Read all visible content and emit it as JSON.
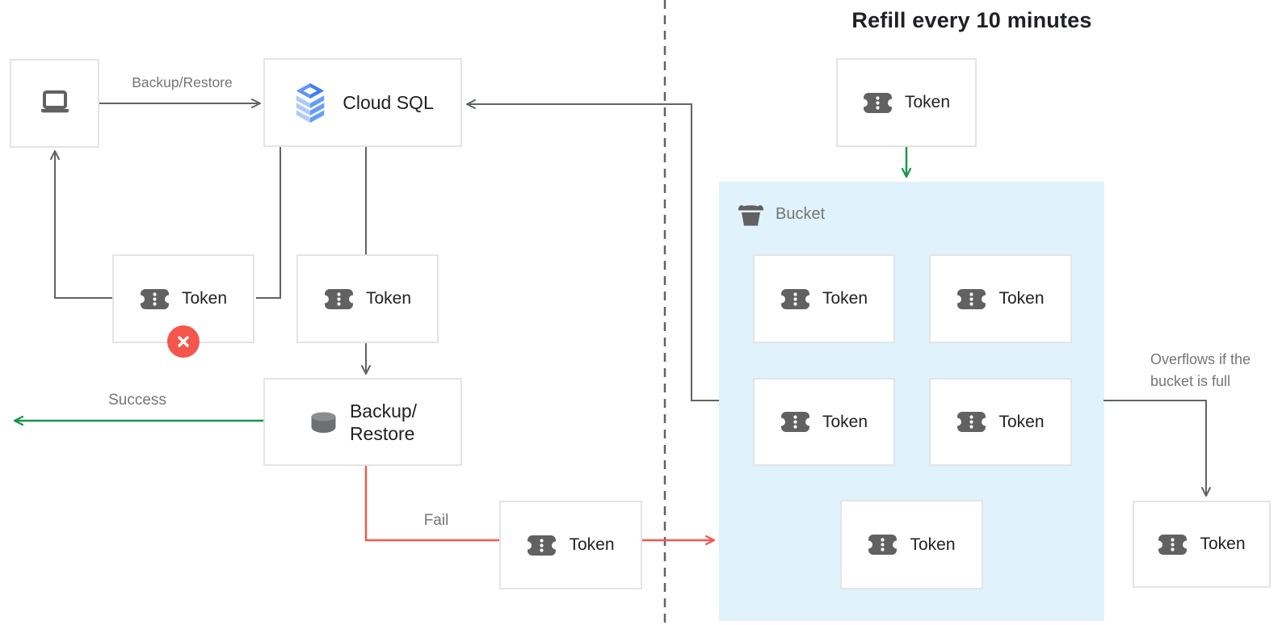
{
  "diagram": {
    "refill_title": "Refill every 10 minutes",
    "nodes": {
      "client": {
        "icon": "laptop-icon"
      },
      "cloud_sql": {
        "label": "Cloud SQL",
        "icon": "cloud-sql-icon"
      },
      "token_returned": {
        "label": "Token",
        "badge": "error-x-badge"
      },
      "token_request": {
        "label": "Token"
      },
      "backup_restore": {
        "line1": "Backup/",
        "line2": "Restore",
        "icon": "database-icon"
      },
      "token_failed": {
        "label": "Token"
      },
      "token_refill": {
        "label": "Token"
      },
      "token_overflow": {
        "label": "Token"
      }
    },
    "bucket": {
      "label": "Bucket",
      "icon": "bucket-icon",
      "tokens": [
        "Token",
        "Token",
        "Token",
        "Token",
        "Token"
      ]
    },
    "edge_labels": {
      "request": "Backup/Restore",
      "success": "Success",
      "fail": "Fail",
      "overflow_line1": "Overflows if the",
      "overflow_line2": "bucket is full"
    },
    "colors": {
      "line_gray": "#5f6368",
      "success_green": "#16944e",
      "fail_red": "#f4564c",
      "badge_red": "#f4564c",
      "bucket_blue": "#e0f2fc",
      "icon_gray": "#616161",
      "cloud_sql_blue_dark": "#3f7ef4",
      "cloud_sql_blue_mid": "#669df6",
      "cloud_sql_blue_light": "#aecbfa"
    }
  }
}
